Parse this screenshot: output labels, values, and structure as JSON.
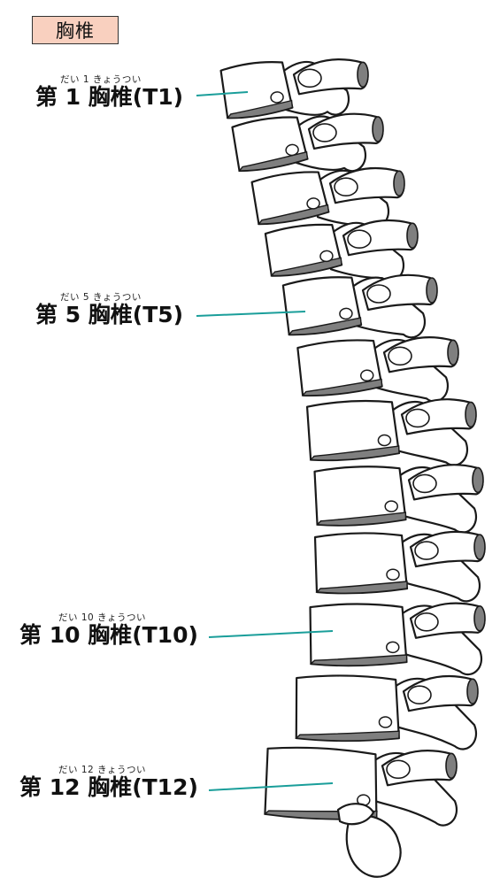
{
  "title": "胸椎",
  "labels": [
    {
      "id": "t1",
      "ruby": "だい 1 きょうつい",
      "text": "第 1 胸椎(T1)"
    },
    {
      "id": "t5",
      "ruby": "だい 5 きょうつい",
      "text": "第 5 胸椎(T5)"
    },
    {
      "id": "t10",
      "ruby": "だい 10 きょうつい",
      "text": "第 10 胸椎(T10)"
    },
    {
      "id": "t12",
      "ruby": "だい 12 きょうつい",
      "text": "第 12 胸椎(T12)"
    }
  ],
  "colors": {
    "title_bg": "#f9d0bf",
    "leader_line": "#1a9e9a",
    "bone_outline": "#1a1a1a",
    "bone_fill": "#ffffff",
    "bone_shade": "#7f7f7f"
  }
}
